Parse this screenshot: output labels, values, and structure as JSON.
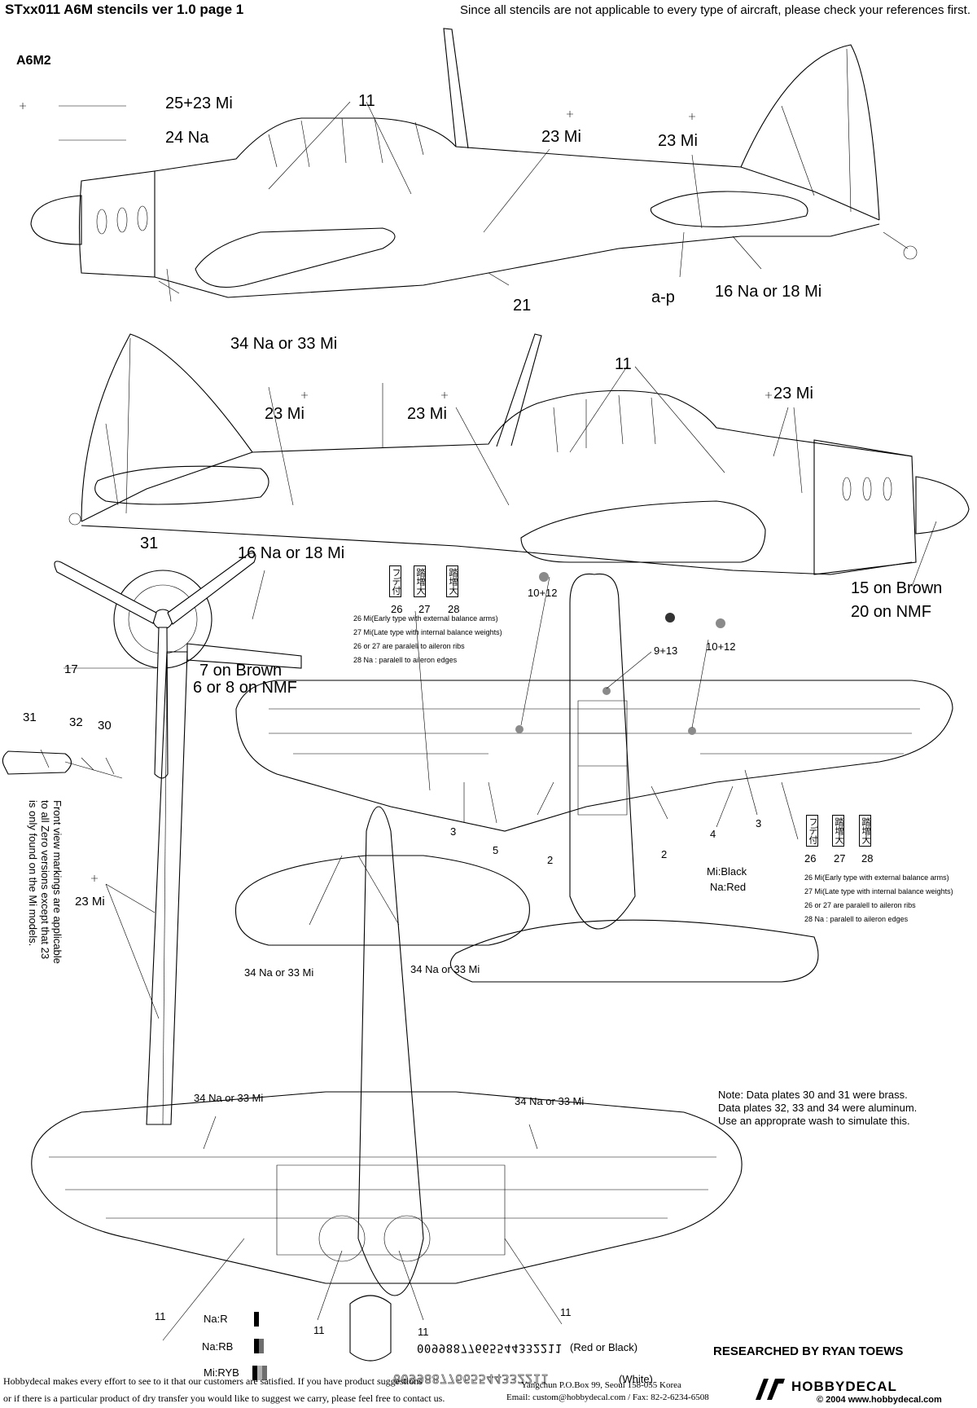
{
  "header": {
    "title": "STxx011 A6M stencils ver 1.0 page 1",
    "note": "Since all stencils are not applicable to every type of aircraft, please check your references first."
  },
  "subject": "A6M2",
  "labels": {
    "l_25_23": "25+23 Mi",
    "l_24": "24 Na",
    "l_11_top": "11",
    "l_23_a": "23 Mi",
    "l_23_b": "23 Mi",
    "l_21": "21",
    "l_ap": "a-p",
    "l_16_top": "16 Na or 18 Mi",
    "l_34_top": "34 Na or 33 Mi",
    "l_11_mid": "11",
    "l_23_c": "23 Mi",
    "l_23_d": "23 Mi",
    "l_23_e": "23 Mi",
    "l_31_side": "31",
    "l_16_mid": "16 Na or 18 Mi",
    "l_15": "15 on Brown",
    "l_20": "20 on NMF",
    "l_17": "17",
    "l_7": "7 on Brown",
    "l_6": "6 or 8 on NMF",
    "l_31_front": "31",
    "l_32": "32",
    "l_30": "30",
    "l_23_front": "23 Mi",
    "l_10_12_a": "10+12",
    "l_9_13": "9+13",
    "l_10_12_b": "10+12",
    "l_3_a": "3",
    "l_5": "5",
    "l_2_a": "2",
    "l_2_b": "2",
    "l_4": "4",
    "l_3_b": "3",
    "l_mi_black": "Mi:Black",
    "l_na_red": "Na:Red",
    "l_34_tl": "34 Na or 33 Mi",
    "l_34_tr": "34 Na or 33 Mi",
    "l_34_wl": "34 Na or 33 Mi",
    "l_34_wr": "34 Na or 33 Mi",
    "l_11_b1": "11",
    "l_11_b2": "11",
    "l_11_b3": "11",
    "l_11_b4": "11",
    "l_na_r": "Na:R",
    "l_na_rb": "Na:RB",
    "l_mi_ryb": "Mi:RYB"
  },
  "aileron_legend": {
    "n26": "26",
    "n27": "27",
    "n28": "28",
    "line26": "26 Mi(Early type with external balance arms)",
    "line27": "27 Mi(Late type with internal balance weights)",
    "line2627": "26 or 27 are paralell to aileron ribs",
    "line28": "28 Na : paralell to aileron edges"
  },
  "front_view_note": "Front view markings are applicable\nto all Zero versions except that 23\nis only found on the Mi models.",
  "plates_note": {
    "line1": "Note: Data plates 30 and 31 were brass.",
    "line2": "Data plates 32, 33 and 34 were aluminum.",
    "line3": "Use an approprate wash to simulate this."
  },
  "numerals": {
    "red_black": "00998877665544332211",
    "red_black_label": "(Red or Black)",
    "white": "00998877665544332211",
    "white_label": "(White)"
  },
  "researched": "RESEARCHED BY RYAN TOEWS",
  "footer": {
    "line1": "Hobbydecal makes every effort to see to it that our customers are satisfied. If you have product suggestions",
    "line2": "or if there is a particular product of dry transfer you would like to suggest we carry,  please feel free to contact us.",
    "addr1": "Yangchun P.O.Box 99, Seoul 158-055 Korea",
    "addr2": "Email: custom@hobbydecal.com / Fax: 82-2-6234-6508",
    "logo": "HOBBYDECAL",
    "copyright": "© 2004 www.hobbydecal.com"
  },
  "colors": {
    "ink": "#000000",
    "paper": "#ffffff",
    "marker_gray": "#8a8a8a",
    "red_stripe": "#6e6e6e"
  }
}
